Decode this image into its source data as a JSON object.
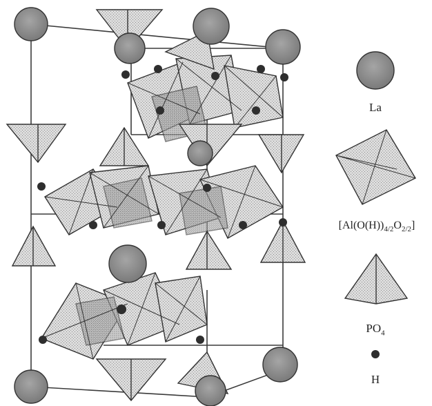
{
  "figure": {
    "background": "#ffffff",
    "stroke_color": "#3a3a3a",
    "poly_fill": "#d9d9d9",
    "sphere_fill": "#8f8f8f",
    "hydrogen_fill": "#2e2e2e"
  },
  "legend": {
    "la": {
      "label": "La",
      "icon": "la-sphere-icon"
    },
    "al_octahedron": {
      "label_prefix": "[Al(O(H))",
      "sub1": "4/2",
      "label_mid": "O",
      "sub2": "2/2",
      "label_suffix": "]",
      "icon": "octahedron-icon"
    },
    "po4": {
      "label_prefix": "PO",
      "sub": "4",
      "icon": "tetrahedron-icon"
    },
    "h": {
      "label": "H",
      "icon": "hydrogen-dot-icon"
    }
  }
}
